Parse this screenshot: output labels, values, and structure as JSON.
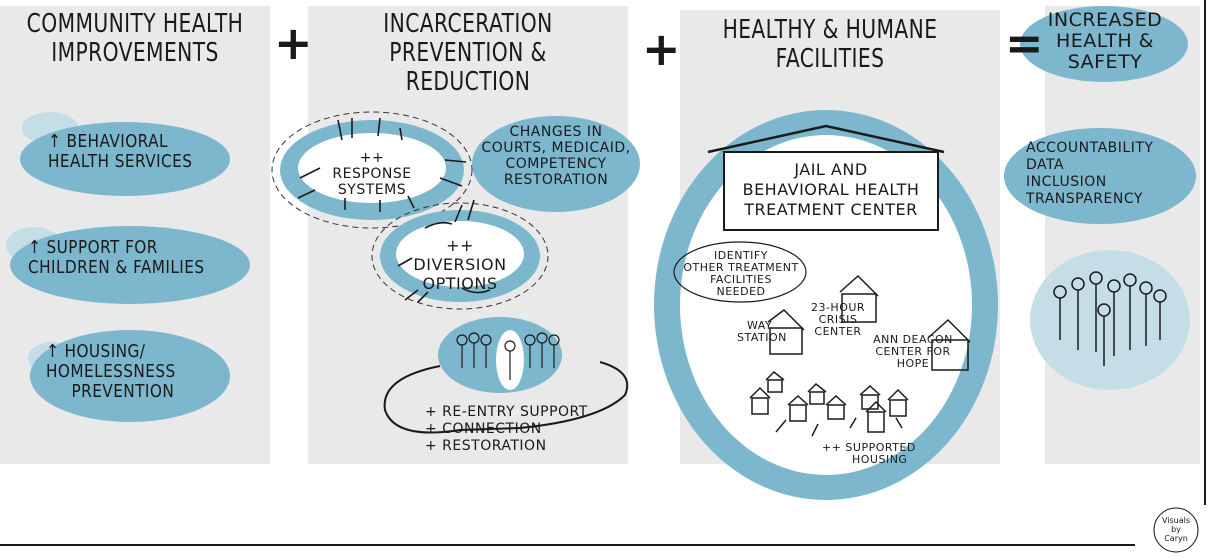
{
  "columns": {
    "community": {
      "title_line1": "COMMUNITY HEALTH",
      "title_line2": "IMPROVEMENTS",
      "items": [
        {
          "line1": "↑ BEHAVIORAL",
          "line2": "HEALTH SERVICES"
        },
        {
          "line1": "↑ SUPPORT for",
          "line2": "CHILDREN & FAMILIES"
        },
        {
          "line1": "↑ HOUSING/",
          "line2": "HOMELESSNESS",
          "line3": "PREVENTION"
        }
      ]
    },
    "incarceration": {
      "title_line1": "INCARCERATION",
      "title_line2": "PREVENTION & REDUCTION",
      "response": {
        "line1": "++ RESPONSE",
        "line2": "SYSTEMS"
      },
      "diversion": {
        "line1": "++ DIVERSION",
        "line2": "OPTIONS"
      },
      "changes": {
        "line1": "CHANGES IN",
        "line2": "COURTS, MEDICAID,",
        "line3": "COMPETENCY",
        "line4": "RESTORATION"
      },
      "reentry": {
        "line1": "+ RE-ENTRY SUPPORT",
        "line2": "+ CONNECTION",
        "line3": "+ RESTORATION"
      }
    },
    "facilities": {
      "title_line1": "HEALTHY & HUMANE",
      "title_line2": "FACILITIES",
      "jail": {
        "line1": "JAIL and",
        "line2": "BEHAVIORAL HEALTH",
        "line3": "TREATMENT CENTER"
      },
      "identify": {
        "line1": "IDENTIFY",
        "line2": "OTHER TREATMENT",
        "line3": "FACILITIES",
        "line4": "NEEDED"
      },
      "way_station": {
        "line1": "WAY",
        "line2": "STATION"
      },
      "crisis": {
        "line1": "23-HOUR",
        "line2": "CRISIS",
        "line3": "CENTER"
      },
      "ann": {
        "line1": "ANN DEACON",
        "line2": "CENTER for",
        "line3": "HOPE"
      },
      "supported": {
        "line1": "++ SUPPORTED",
        "line2": "HOUSING"
      }
    },
    "outcome": {
      "title_line1": "INCREASED",
      "title_line2": "HEALTH &",
      "title_line3": "SAFETY",
      "accountability": {
        "line1": "ACCOUNTABILITY",
        "line2": "DATA",
        "line3": "INCLUSION",
        "line4": "TRANSPARENCY"
      }
    }
  },
  "operators": {
    "plus": "+",
    "equals": "="
  },
  "signature": {
    "line1": "Visuals",
    "line2": "by",
    "line3": "Caryn"
  },
  "colors": {
    "blob": "#7db7cd",
    "panel": "#e9e9e9",
    "ink": "#1a1a1a"
  }
}
